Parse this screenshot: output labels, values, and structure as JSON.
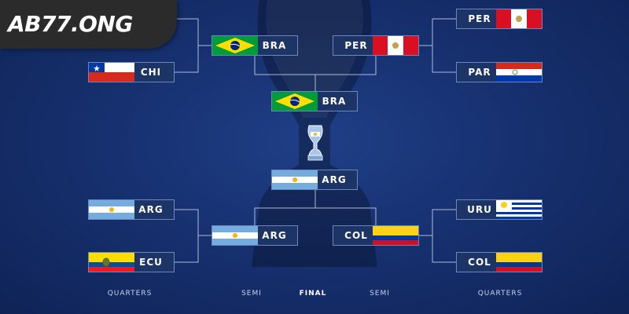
{
  "logo": {
    "text": "AB77.ONG"
  },
  "colors": {
    "background": "#173170",
    "box": "#1c3466",
    "line": "#c8d3ee"
  },
  "quarters_left": [
    {
      "code": "",
      "flag": "hidden"
    },
    {
      "code": "CHI",
      "flag": "chile"
    },
    {
      "code": "ARG",
      "flag": "argentina"
    },
    {
      "code": "ECU",
      "flag": "ecuador"
    }
  ],
  "quarters_right": [
    {
      "code": "PER",
      "flag": "peru"
    },
    {
      "code": "PAR",
      "flag": "paraguay"
    },
    {
      "code": "URU",
      "flag": "uruguay"
    },
    {
      "code": "COL",
      "flag": "colombia"
    }
  ],
  "semis": [
    {
      "code": "BRA",
      "flag": "brazil"
    },
    {
      "code": "PER",
      "flag": "peru"
    },
    {
      "code": "ARG",
      "flag": "argentina"
    },
    {
      "code": "COL",
      "flag": "colombia"
    }
  ],
  "final": [
    {
      "code": "BRA",
      "flag": "brazil"
    },
    {
      "code": "ARG",
      "flag": "argentina"
    }
  ],
  "trophy_icon": "copa-america-trophy-icon",
  "labels": {
    "quarters_left": "QUARTERS",
    "semi_left": "SEMI",
    "final": "FINAL",
    "semi_right": "SEMI",
    "quarters_right": "QUARTERS"
  }
}
